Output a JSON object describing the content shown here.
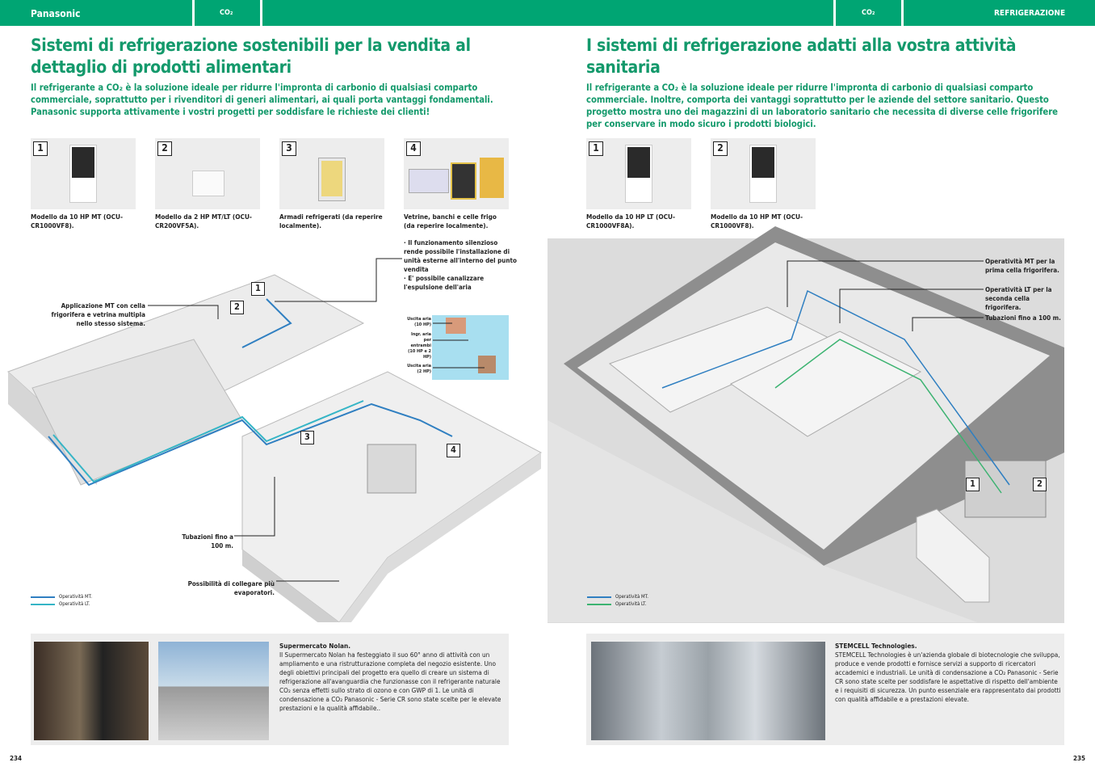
{
  "header": {
    "brand": "Panasonic",
    "left_tag": "CO₂",
    "right_tag": "CO₂",
    "section": "REFRIGERAZIONE"
  },
  "left": {
    "title": "Sistemi di refrigerazione sostenibili per la vendita al dettaglio di prodotti alimentari",
    "lead": "Il refrigerante a CO₂ è la soluzione ideale per ridurre l'impronta di carbonio di qualsiasi comparto commerciale, soprattutto per i rivenditori di generi alimentari, ai quali porta vantaggi fondamentali. Panasonic supporta attivamente i vostri progetti per soddisfare le richieste dei clienti!",
    "products": [
      {
        "n": "1",
        "caption": "Modello da 10 HP MT (OCU-CR1000VF8)."
      },
      {
        "n": "2",
        "caption": "Modello da 2 HP MT/LT (OCU-CR200VF5A)."
      },
      {
        "n": "3",
        "caption": "Armadi refrigerati (da reperire localmente)."
      },
      {
        "n": "4",
        "caption": "Vetrine, banchi e celle frigo (da reperire localmente)."
      }
    ],
    "notes": {
      "silent": "· Il funzionamento silenzioso rende possibile l'installazione di unità esterne all'interno del punto vendita\n· E' possibile canalizzare l'espulsione dell'aria",
      "mt_app": "Applicazione MT con cella frigorifera e vetrina multipla nello stesso sistema.",
      "piping": "Tubazioni fino a 100 m.",
      "evap": "Possibilità di collegare più evaporatori.",
      "air_out_10": "Uscita aria (10 HP)",
      "air_in": "Ingr. aria per entrambi (10 HP e 2 HP)",
      "air_out_2": "Uscita aria (2 HP)"
    },
    "diagram_labels": [
      "1",
      "2",
      "3",
      "4"
    ],
    "legend": [
      "Operatività MT.",
      "Operatività LT."
    ],
    "case": {
      "title": "Supermercato Nolan.",
      "text": "Il Supermercato Nolan ha festeggiato il suo 60° anno di attività con un ampliamento e una ristrutturazione completa del negozio esistente. Uno degli obiettivi principali del progetto era quello di creare un sistema di refrigerazione all'avanguardia che funzionasse con il refrigerante naturale CO₂ senza effetti sullo strato di ozono e con GWP di 1. Le unità di condensazione a CO₂ Panasonic - Serie CR sono state scelte per le elevate prestazioni e la qualità affidabile.."
    },
    "page": "234"
  },
  "right": {
    "title": "I sistemi di refrigerazione adatti alla vostra attività sanitaria",
    "lead": "Il refrigerante a CO₂ è la soluzione ideale per ridurre l'impronta di carbonio di qualsiasi comparto commerciale. Inoltre, comporta dei vantaggi soprattutto per le aziende del settore sanitario. Questo progetto mostra uno dei magazzini di un laboratorio sanitario che necessita di diverse celle frigorifere per conservare in modo sicuro i prodotti biologici.",
    "products": [
      {
        "n": "1",
        "caption": "Modello da 10 HP LT (OCU-CR1000VF8A)."
      },
      {
        "n": "2",
        "caption": "Modello da 10 HP MT (OCU-CR1000VF8)."
      }
    ],
    "notes": {
      "mt": "Operatività MT per la prima cella frigorifera.",
      "lt": "Operatività LT per la seconda cella frigorifera.",
      "piping": "Tubazioni fino a 100 m."
    },
    "diagram_labels": [
      "1",
      "2"
    ],
    "legend": [
      "Operatività MT.",
      "Operatività LT."
    ],
    "case": {
      "title": "STEMCELL Technologies.",
      "text": "STEMCELL Technologies è un'azienda globale di biotecnologie che sviluppa, produce e vende prodotti e fornisce servizi a supporto di ricercatori accademici e industriali. Le unità di condensazione a CO₂ Panasonic - Serie CR sono state scelte per soddisfare le aspettative di rispetto dell'ambiente e i requisiti di sicurezza. Un punto essenziale era rappresentato dai prodotti con qualità affidabile e a prestazioni elevate."
    },
    "page": "235"
  },
  "colors": {
    "brand_green": "#00a573",
    "title_green": "#13996b",
    "mt_line": "#2f7fc1",
    "lt_line": "#3cb371",
    "lt_line_left": "#35b5c6"
  }
}
